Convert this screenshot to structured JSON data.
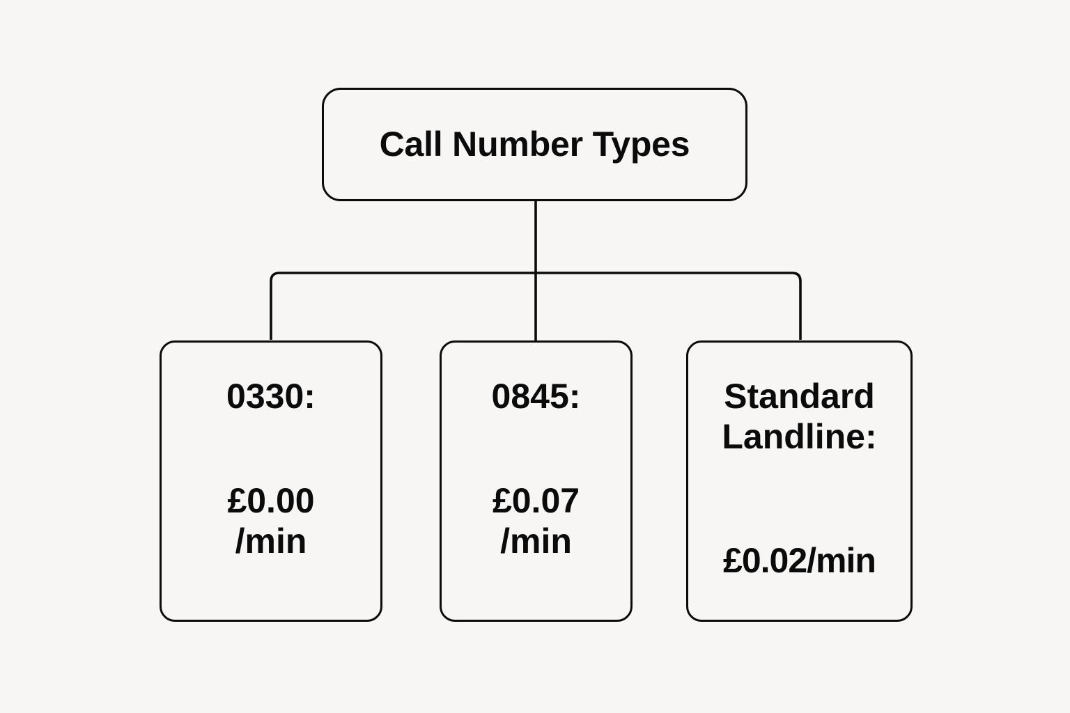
{
  "diagram": {
    "type": "org-chart",
    "background_color": "#f7f6f4",
    "stroke_color": "#0b0b0b",
    "root": {
      "title": "Call Number Types"
    },
    "children": [
      {
        "label": "0330:",
        "value": "£0.00\n/min",
        "price": "£0.00",
        "unit": "/min"
      },
      {
        "label": "0845:",
        "value": "£0.07\n/min",
        "price": "£0.07",
        "unit": "/min"
      },
      {
        "label": "Standard Landline:",
        "value": "£0.02/min",
        "price": "£0.02",
        "unit": "/min"
      }
    ]
  }
}
